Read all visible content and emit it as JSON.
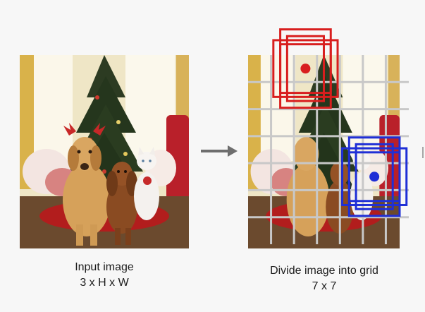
{
  "left": {
    "caption_line1": "Input image",
    "caption_line2": "3 x H x W"
  },
  "right": {
    "caption_line1": "Divide image into grid",
    "caption_line2": "7 x 7",
    "grid": {
      "rows": 7,
      "cols": 7,
      "line_color": "#c8c8c8"
    },
    "anchor_groups": [
      {
        "name": "red",
        "color": "#d81e1e",
        "center_cell": [
          0,
          2
        ]
      },
      {
        "name": "blue",
        "color": "#1f2fd6",
        "center_cell": [
          4,
          5
        ]
      }
    ]
  },
  "arrow": {
    "color": "#6e6e6e"
  }
}
